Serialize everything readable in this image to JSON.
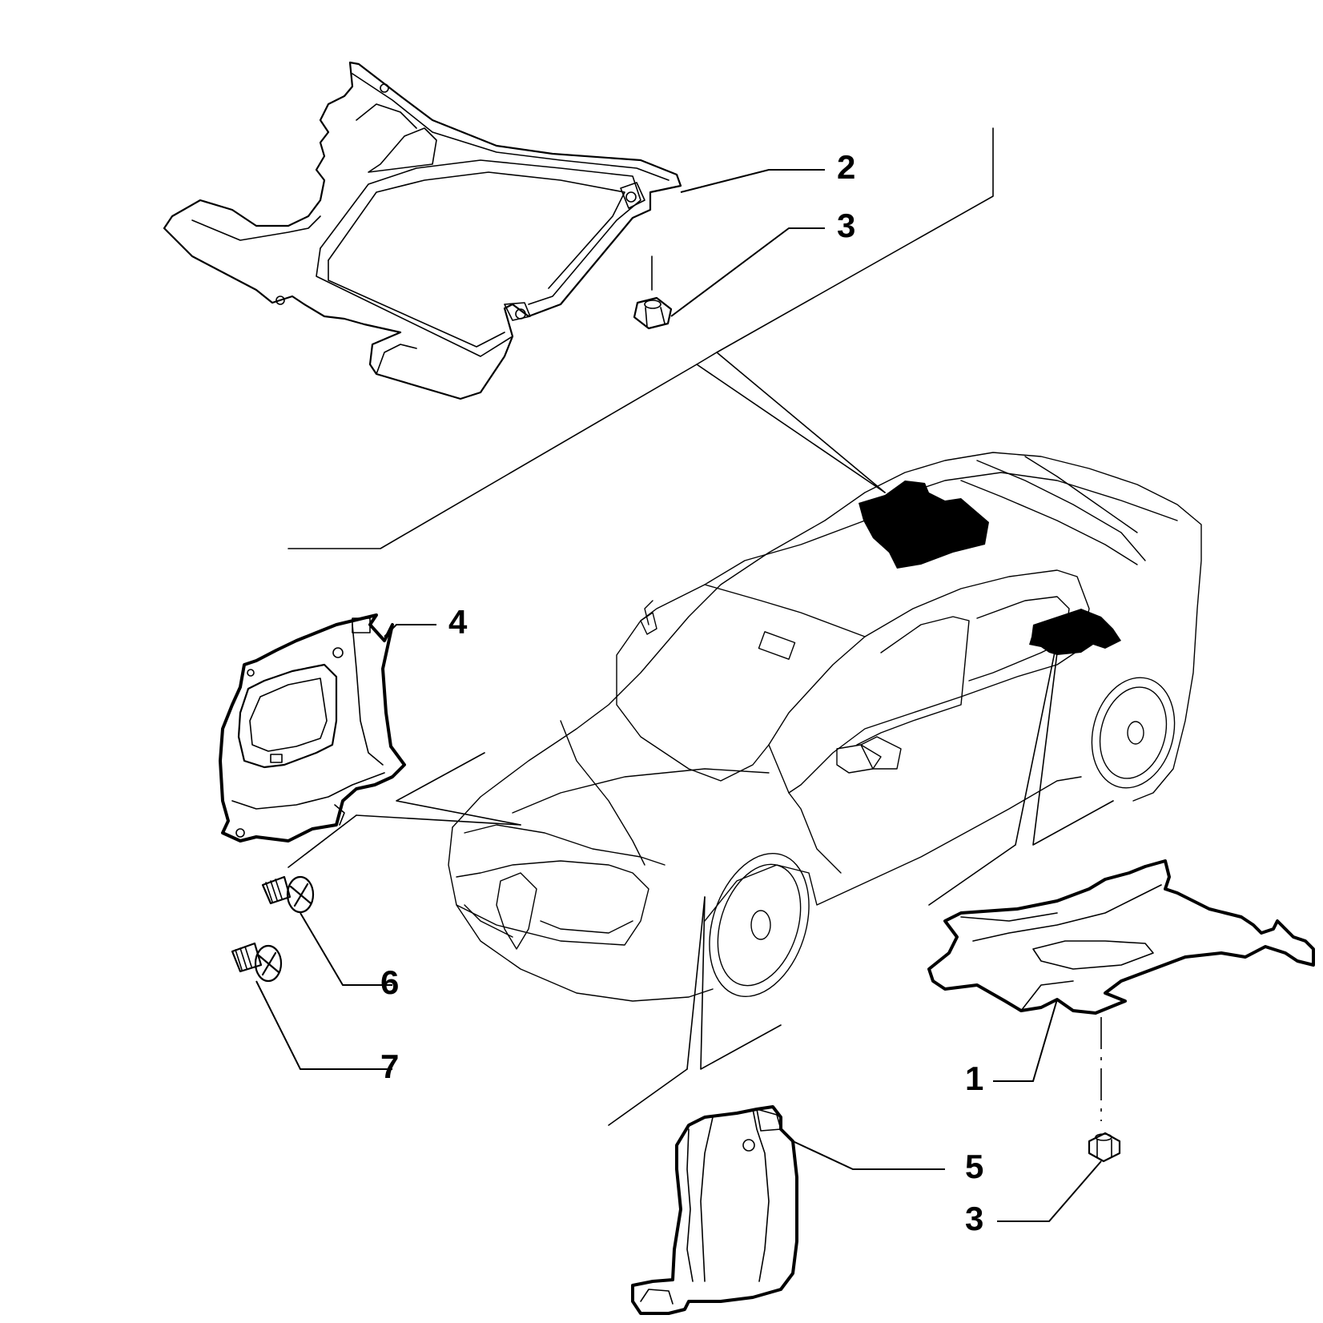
{
  "callouts": {
    "c1": "1",
    "c2": "2",
    "c3a": "3",
    "c3b": "3",
    "c4": "4",
    "c5": "5",
    "c6": "6",
    "c7": "7"
  },
  "parts": [
    {
      "ref": "1",
      "icon": "underbody-shield-rear"
    },
    {
      "ref": "2",
      "icon": "underbody-shield-center"
    },
    {
      "ref": "3",
      "icon": "hex-nut"
    },
    {
      "ref": "4",
      "icon": "wheelarch-shield-front"
    },
    {
      "ref": "5",
      "icon": "wheelarch-shield-side"
    },
    {
      "ref": "6",
      "icon": "screw"
    },
    {
      "ref": "7",
      "icon": "screw"
    }
  ]
}
